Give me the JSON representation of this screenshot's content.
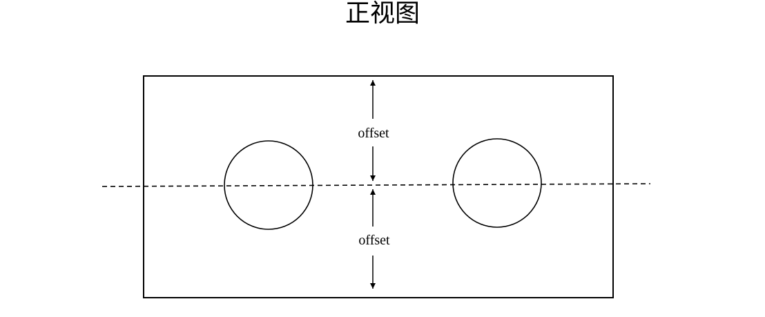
{
  "diagram": {
    "title": "正视图",
    "labels": {
      "offset_top": "offset",
      "offset_bottom": "offset"
    },
    "colors": {
      "stroke": "#000000",
      "background": "#ffffff"
    }
  }
}
